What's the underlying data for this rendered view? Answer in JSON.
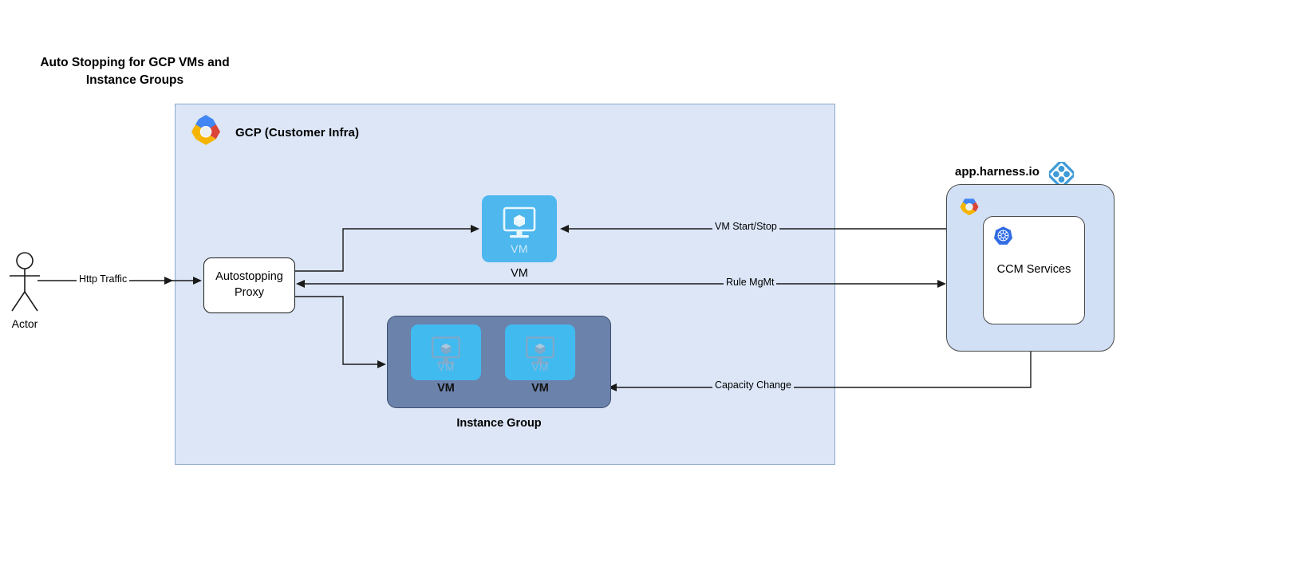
{
  "title": "Auto Stopping for GCP VMs\nand Instance Groups",
  "gcp": {
    "label": "GCP (Customer Infra)",
    "logo_icon": "google-cloud-logo",
    "proxy": {
      "label": "Autostopping\nProxy"
    },
    "standalone_vm": {
      "inner_label": "VM",
      "caption": "VM",
      "icon": "vm-monitor-icon"
    },
    "instance_group": {
      "caption": "Instance Group",
      "vms": [
        {
          "inner_label": "VM",
          "caption": "VM",
          "icon": "vm-monitor-icon"
        },
        {
          "inner_label": "VM",
          "caption": "VM",
          "icon": "vm-monitor-icon"
        }
      ]
    }
  },
  "harness": {
    "label": "app.harness.io",
    "logo_icon": "harness-diamond-logo",
    "panel_logo_icon": "google-cloud-logo",
    "ccm": {
      "label": "CCM Services",
      "icon": "kubernetes-icon"
    }
  },
  "actor": {
    "label": "Actor",
    "icon": "stick-figure-icon"
  },
  "edges": [
    {
      "label": "Http Traffic"
    },
    {
      "label": "VM Start/Stop"
    },
    {
      "label": "Rule MgMt"
    },
    {
      "label": "Capacity Change"
    }
  ],
  "colors": {
    "gcp_container_fill": "#dce6f7",
    "gcp_container_border": "#8fa8cd",
    "vm_fill": "#4db7ee",
    "instance_group_fill": "#6b82ab",
    "harness_panel_fill": "#d2e0f5",
    "harness_blue": "#3f9bd8",
    "kubernetes_blue": "#326ce5",
    "line": "#1a1a1a"
  }
}
